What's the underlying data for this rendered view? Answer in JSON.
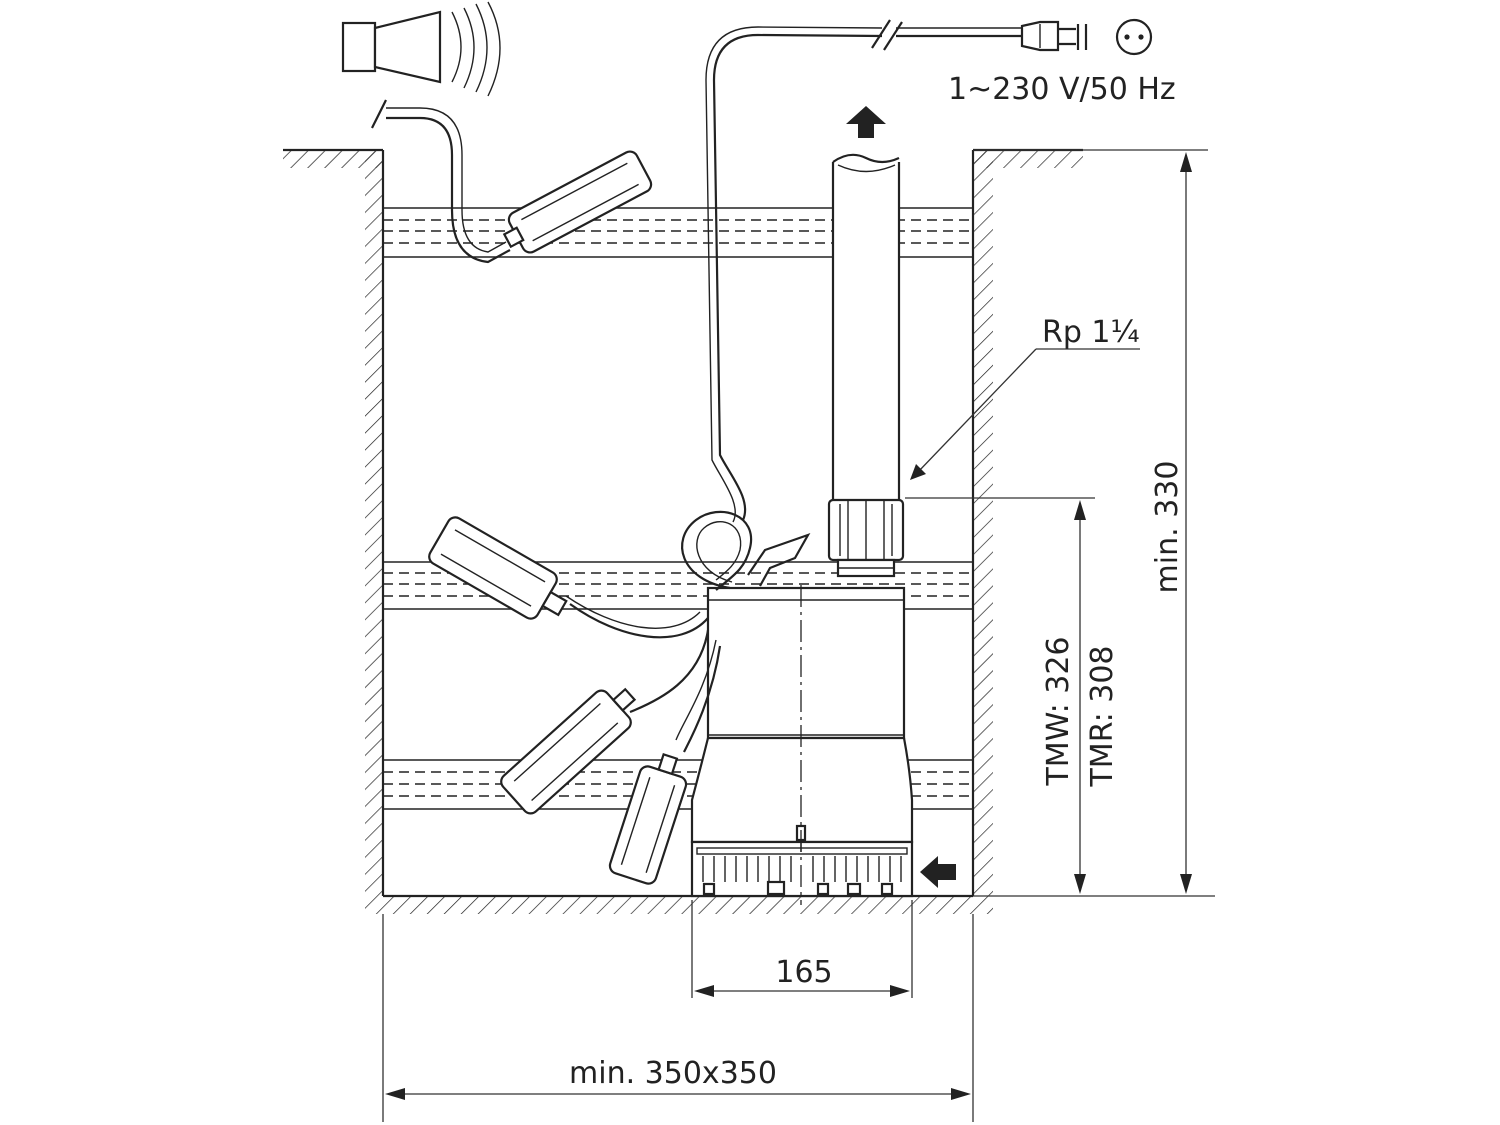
{
  "labels": {
    "power": "1~230 V/50 Hz",
    "thread": "Rp 1¼",
    "min_height": "min. 330",
    "tmw": "TMW: 326",
    "tmr": "TMR: 308",
    "pump_width": "165",
    "pit_size": "min. 350x350"
  },
  "icons": {
    "alarm": "alarm-horn-icon",
    "plug": "power-plug-icon",
    "socket": "power-socket-icon",
    "outlet_arrow": "arrow-up-icon",
    "inlet_arrow": "arrow-left-icon",
    "float_switch": "float-switch-icon"
  },
  "colors": {
    "line": "#222222",
    "background": "#ffffff"
  }
}
